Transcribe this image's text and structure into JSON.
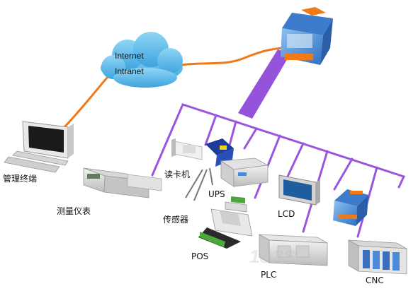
{
  "cloud": {
    "line1": "Internet",
    "line2": "Intranet"
  },
  "labels": {
    "terminal": "管理终端",
    "meter": "测量仪表",
    "card_reader": "读卡机",
    "ups": "UPS",
    "sensor": "传感器",
    "lcd": "LCD",
    "pos": "POS",
    "plc": "PLC",
    "cnc": "CNC"
  },
  "colors": {
    "network_line": "#9a55e0",
    "backbone": "#8a3fd6",
    "wan_cable": "#f07a18",
    "cloud": "#55b9ea",
    "device_blue": "#3a7fd0"
  }
}
